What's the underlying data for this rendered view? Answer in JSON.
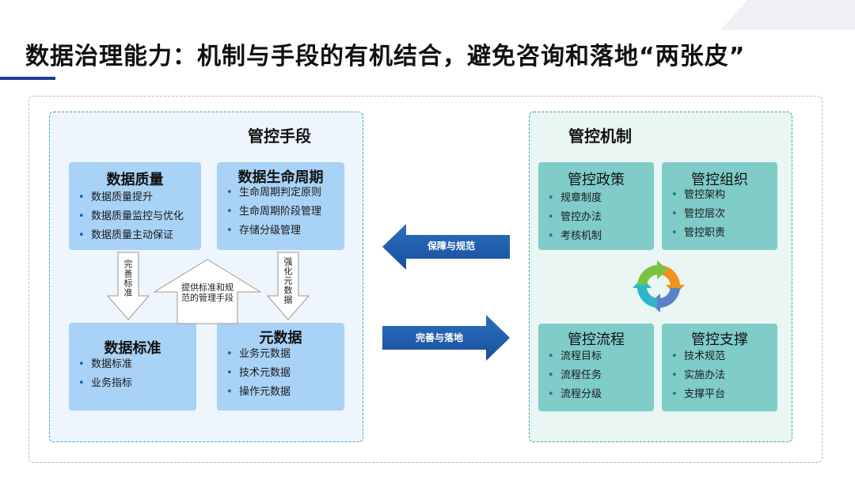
{
  "title": "数据治理能力：机制与手段的有机结合，避免咨询和落地“两张皮”",
  "colors": {
    "accent": "#1f3f8f",
    "card_blue": "#a8d2f6",
    "card_teal": "#7fccc9",
    "arrow_blue": "#1f5aa8"
  },
  "left_panel": {
    "title": "管控手段",
    "cards": [
      {
        "title": "数据质量",
        "items": [
          "数据质量提升",
          "数据质量监控与优化",
          "数据质量主动保证"
        ]
      },
      {
        "title": "数据生命周期",
        "items": [
          "生命周期判定原则",
          "生命周期阶段管理",
          "存储分级管理"
        ]
      },
      {
        "title": "数据标准",
        "items": [
          "数据标准",
          "业务指标"
        ]
      },
      {
        "title": "元数据",
        "items": [
          "业务元数据",
          "技术元数据",
          "操作元数据"
        ]
      }
    ],
    "arrows": {
      "perfect_standard": "完善标准",
      "provide_standard": "提供标准和规范的管理手段",
      "strengthen_metadata": "强化元数据"
    }
  },
  "right_panel": {
    "title": "管控机制",
    "cards": [
      {
        "title": "管控政策",
        "items": [
          "规章制度",
          "管控办法",
          "考核机制"
        ]
      },
      {
        "title": "管控组织",
        "items": [
          "管控架构",
          "管控层次",
          "管控职责"
        ]
      },
      {
        "title": "管控流程",
        "items": [
          "流程目标",
          "流程任务",
          "流程分级"
        ]
      },
      {
        "title": "管控支撑",
        "items": [
          "技术规范",
          "实施办法",
          "支撑平台"
        ]
      }
    ],
    "cycle_icon": "cycle-arrows-icon"
  },
  "middle_arrows": {
    "to_left": "保障与规范",
    "to_right": "完善与落地"
  }
}
